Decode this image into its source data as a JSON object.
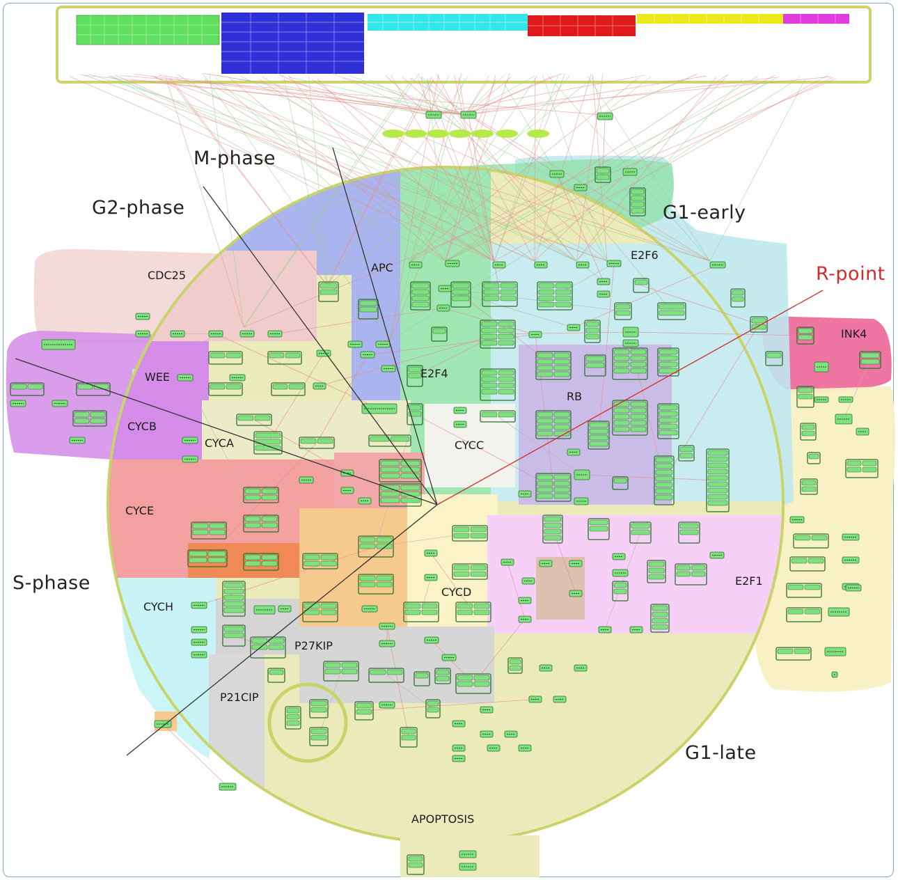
{
  "colors": {
    "node_fill": "#7fe07f",
    "node_stroke": "#2b6e2b",
    "activation_edge": "#e88a8a",
    "inhibition_edge": "#8fd08f",
    "phase_circle": "#c8d46a",
    "r_point_line": "#d42a2a",
    "phase_line": "#333333"
  },
  "phases": {
    "m_phase": "M-phase",
    "g2_phase": "G2-phase",
    "g1_early": "G1-early",
    "r_point": "R-point",
    "s_phase": "S-phase",
    "g1_late": "G1-late"
  },
  "regions": {
    "cdc25": "CDC25",
    "apc": "APC",
    "e2f6": "E2F6",
    "ink4": "INK4",
    "wee": "WEE",
    "e2f4": "E2F4",
    "rb": "RB",
    "cycb": "CYCB",
    "cyca": "CYCA",
    "cycc": "CYCC",
    "cyce": "CYCE",
    "e2f1": "E2F1",
    "cycd": "CYCD",
    "cych": "CYCH",
    "p27kip": "P27KIP",
    "p21cip": "P21CIP",
    "apoptosis": "APOPTOSIS"
  }
}
